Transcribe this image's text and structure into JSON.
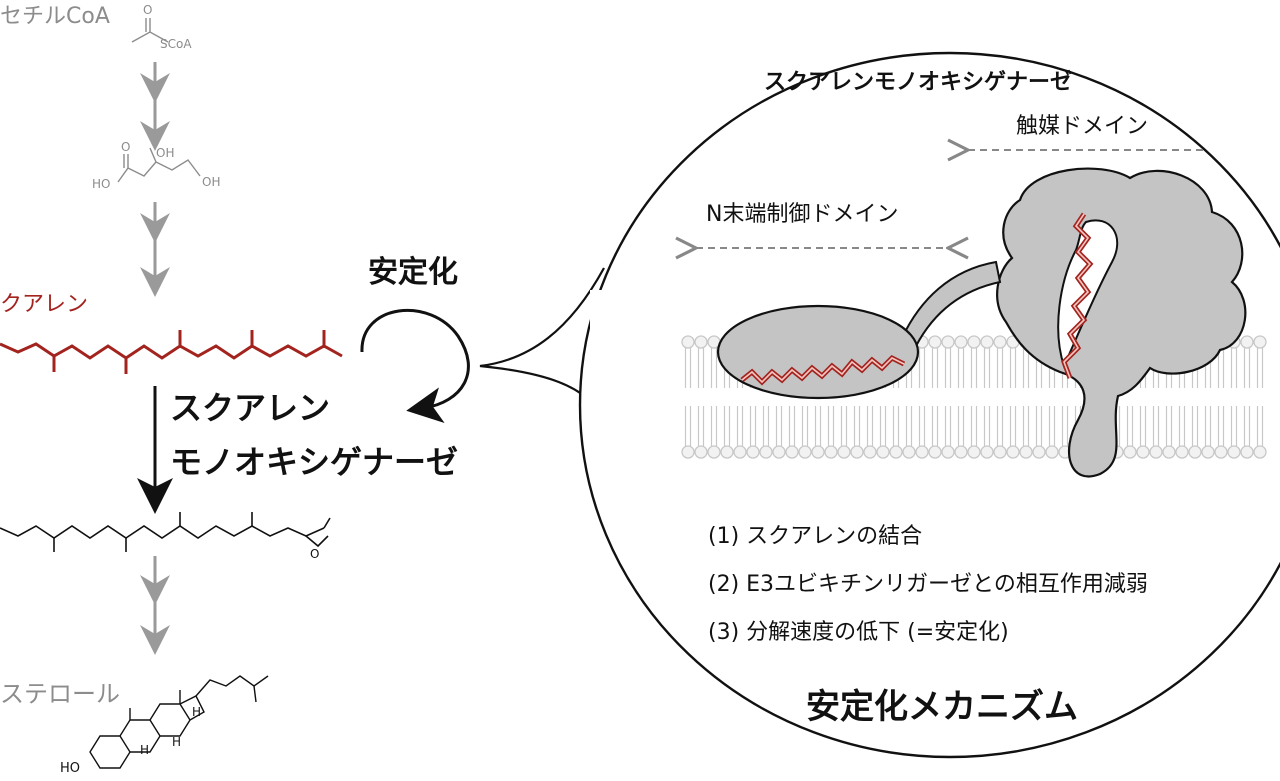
{
  "pathway": {
    "acetyl_coa_label": "セチルCoA",
    "acetyl_coa_scoa": "SCoA",
    "acetyl_coa_o": "O",
    "mevalonate_oh1": "OH",
    "mevalonate_ho": "HO",
    "mevalonate_oh2": "OH",
    "mevalonate_o": "O",
    "squalene_label": "クアレン",
    "sterol_label": "ステロール",
    "sterol_h1": "H",
    "sterol_h2": "H",
    "sterol_h3": "H",
    "sterol_ho": "HO",
    "epoxide_o": "O"
  },
  "enzyme": {
    "line1": "スクアレン",
    "line2": "モノオキシゲナーゼ",
    "stabilization": "安定化"
  },
  "inset": {
    "title": "スクアレンモノオキシゲナーゼ",
    "catalytic_domain": "触媒ドメイン",
    "n_terminal_domain": "N末端制御ドメイン",
    "steps": [
      "(1) スクアレンの結合",
      "(2) E3ユビキチンリガーゼとの相互作用減弱",
      "(3) 分解速度の低下 (=安定化)"
    ],
    "mechanism": "安定化メカニズム"
  },
  "colors": {
    "gray": "#8c8c8c",
    "arrow_gray": "#9a9a9a",
    "squalene_red": "#a3241e",
    "protein_gray": "#c4c4c4",
    "membrane_gray": "#c8c8c8"
  }
}
